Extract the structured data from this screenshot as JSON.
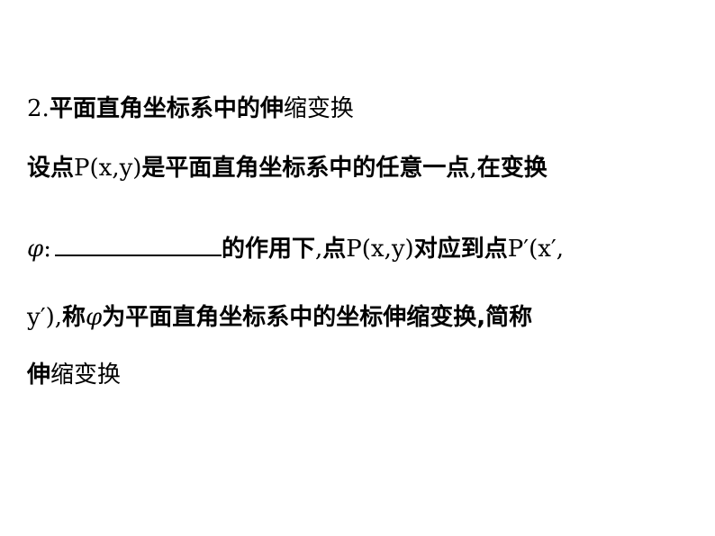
{
  "heading": {
    "number": "2.",
    "bold_text": "平面直角坐标系中的伸",
    "light_text": "缩变换"
  },
  "para": {
    "l1_a": "设点",
    "l1_b": "P(x,y)",
    "l1_c": "是平面直角坐标系中的任意一点",
    "l1_d": ",",
    "l1_e": "在变换",
    "l2_phi": "φ",
    "l2_colon": ":",
    "l2_c": "的作用下",
    "l2_d": ",",
    "l2_e": "点",
    "l2_f": "P(x,y)",
    "l2_g": "对应到点",
    "l2_h": "P′(x′,",
    "l3_a": "y′),",
    "l3_b": "称",
    "l3_phi": "φ",
    "l3_c": "为平面直角坐标系中的坐标伸缩变换",
    "l3_d": ",简称",
    "l4_a": "伸",
    "l4_b": "缩变换"
  }
}
